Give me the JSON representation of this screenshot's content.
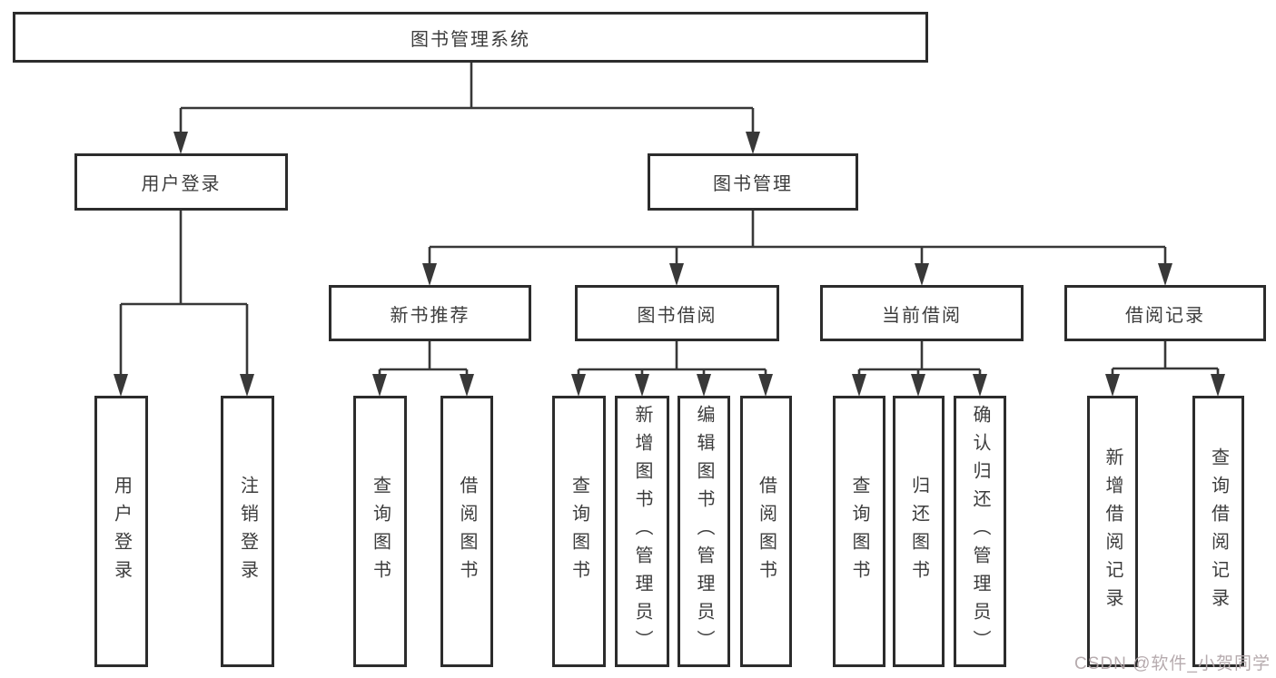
{
  "diagram": {
    "title": "图书管理系统",
    "type": "function-structure-tree",
    "colors": {
      "background": "#ffffff",
      "box_border": "#2c2c2c",
      "connector_line": "#383838",
      "text": "#3c3c3c",
      "watermark_text_color": "#b3a7aa"
    },
    "tree": {
      "id": "root",
      "label": "图书管理系统",
      "children": [
        {
          "id": "user-login",
          "label": "用户登录",
          "children": [
            {
              "id": "leaf-user-login",
              "label": "用户登录"
            },
            {
              "id": "leaf-logout-login",
              "label": "注销登录"
            }
          ]
        },
        {
          "id": "book-management",
          "label": "图书管理",
          "children": [
            {
              "id": "new-book-recommend",
              "label": "新书推荐",
              "children": [
                {
                  "id": "leaf-query-book-1",
                  "label": "查询图书"
                },
                {
                  "id": "leaf-borrow-book-1",
                  "label": "借阅图书"
                }
              ]
            },
            {
              "id": "book-borrow",
              "label": "图书借阅",
              "children": [
                {
                  "id": "leaf-query-book-2",
                  "label": "查询图书"
                },
                {
                  "id": "leaf-add-book-admin",
                  "label": "新增图书（管理员）"
                },
                {
                  "id": "leaf-edit-book-admin",
                  "label": "编辑图书（管理员）"
                },
                {
                  "id": "leaf-borrow-book-2",
                  "label": "借阅图书"
                }
              ]
            },
            {
              "id": "current-borrow",
              "label": "当前借阅",
              "children": [
                {
                  "id": "leaf-query-book-3",
                  "label": "查询图书"
                },
                {
                  "id": "leaf-return-book",
                  "label": "归还图书"
                },
                {
                  "id": "leaf-confirm-return-admin",
                  "label": "确认归还（管理员）"
                }
              ]
            },
            {
              "id": "borrow-record",
              "label": "借阅记录",
              "children": [
                {
                  "id": "leaf-add-borrow-record",
                  "label": "新增借阅记录"
                },
                {
                  "id": "leaf-query-borrow-record",
                  "label": "查询借阅记录"
                }
              ]
            }
          ]
        }
      ]
    },
    "watermark": {
      "text": "CSDN @软件_小贺同学"
    }
  }
}
